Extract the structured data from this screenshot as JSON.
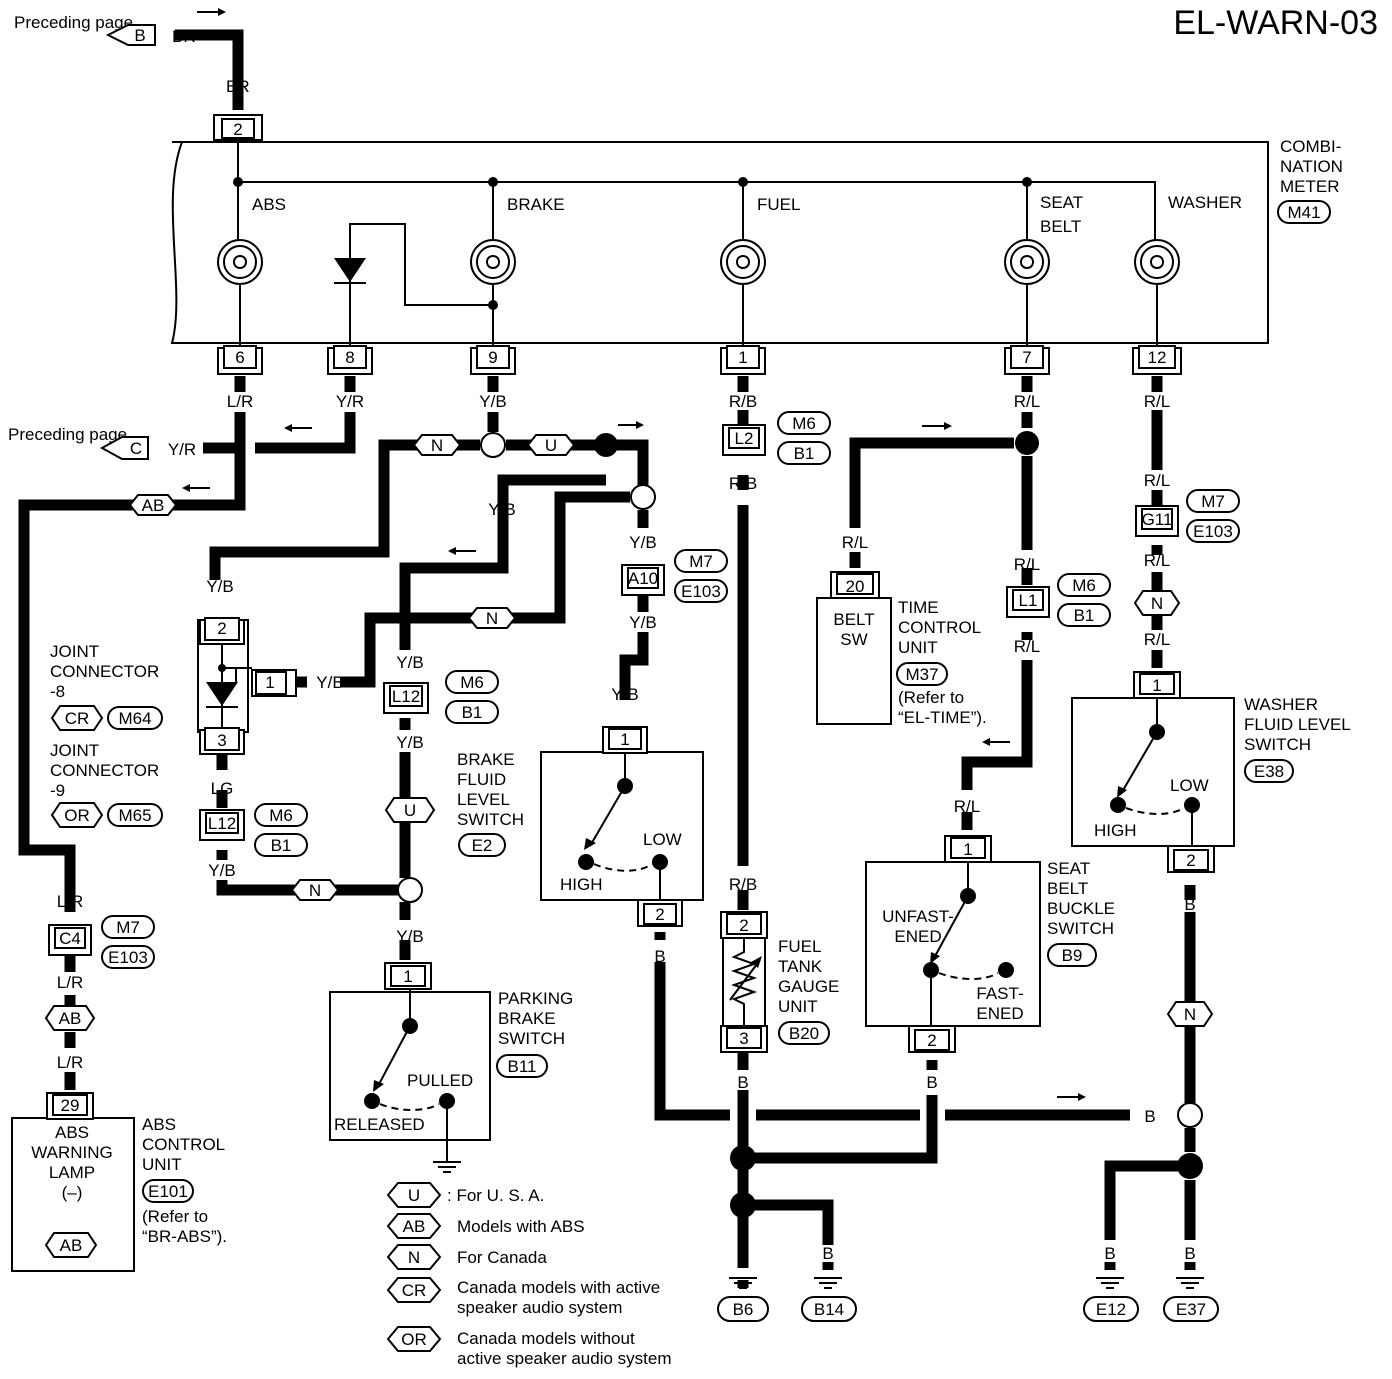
{
  "page_code": "EL-WARN-03",
  "preceding_page": "Preceding page",
  "combination_meter": {
    "name": "COMBI-NATION METER",
    "code": "M41",
    "lamps": [
      "ABS",
      "BRAKE",
      "FUEL",
      "SEAT BELT",
      "WASHER"
    ],
    "top_terminal": "2",
    "bottom_terminals": [
      "6",
      "8",
      "9",
      "1",
      "7",
      "12"
    ]
  },
  "wire_colors": {
    "BR": "BR",
    "LR": "L/R",
    "YR": "Y/R",
    "YB": "Y/B",
    "RB": "R/B",
    "RL": "R/L",
    "LG": "LG",
    "B": "B"
  },
  "connectors": {
    "B": "B",
    "C": "C",
    "L2": "L2",
    "L1": "L1",
    "L12": "L12",
    "G11": "G11",
    "A10": "A10",
    "C4": "C4",
    "M6": "M6",
    "B1": "B1",
    "M7": "M7",
    "E103": "E103"
  },
  "option_tags": {
    "U": "U",
    "N": "N",
    "AB": "AB",
    "CR": "CR",
    "OR": "OR"
  },
  "joint_connector_8": {
    "name": "JOINT CONNECTOR -8",
    "tag": "CR",
    "code": "M64"
  },
  "joint_connector_9": {
    "name": "JOINT CONNECTOR -9",
    "tag": "OR",
    "code": "M65"
  },
  "joint_terminals": [
    "2",
    "1",
    "3"
  ],
  "abs_control_unit": {
    "lamp_label": "ABS WARNING LAMP (–)",
    "name": "ABS CONTROL UNIT",
    "code": "E101",
    "note": "(Refer to “BR-ABS”).",
    "terminal": "29",
    "tag": "AB"
  },
  "brake_fluid_level_switch": {
    "name": "BRAKE FLUID LEVEL SWITCH",
    "code": "E2",
    "high": "HIGH",
    "low": "LOW",
    "terminals": [
      "1",
      "2"
    ]
  },
  "parking_brake_switch": {
    "name": "PARKING BRAKE SWITCH",
    "code": "B11",
    "released": "RELEASED",
    "pulled": "PULLED",
    "terminal": "1"
  },
  "fuel_tank_gauge_unit": {
    "name": "FUEL TANK GAUGE UNIT",
    "code": "B20",
    "terminals": [
      "2",
      "3"
    ]
  },
  "time_control_unit": {
    "belt_sw": "BELT SW",
    "name": "TIME CONTROL UNIT",
    "code": "M37",
    "note": "(Refer to “EL-TIME”).",
    "terminal": "20"
  },
  "seat_belt_buckle_switch": {
    "name": "SEAT BELT BUCKLE SWITCH",
    "code": "B9",
    "unfastened": "UNFAST-ENED",
    "fastened": "FAST-ENED",
    "terminals": [
      "1",
      "2"
    ]
  },
  "washer_fluid_level_switch": {
    "name": "WASHER FLUID LEVEL SWITCH",
    "code": "E38",
    "high": "HIGH",
    "low": "LOW",
    "terminals": [
      "1",
      "2"
    ]
  },
  "grounds": [
    "B6",
    "B14",
    "E12",
    "E37"
  ],
  "legend": [
    {
      "tag": "U",
      "text": ": For U. S. A."
    },
    {
      "tag": "AB",
      "text": "Models with ABS"
    },
    {
      "tag": "N",
      "text": "For Canada"
    },
    {
      "tag": "CR",
      "text": "Canada models with active speaker audio system"
    },
    {
      "tag": "OR",
      "text": "Canada models without active speaker audio system"
    }
  ]
}
